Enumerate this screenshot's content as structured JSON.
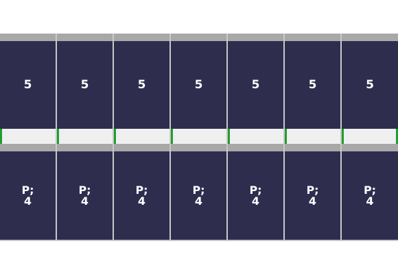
{
  "colors": {
    "tile": "#2e2d4e",
    "cap": "#a8a8a8",
    "separator": "#c9c9c9",
    "strip": "#efefef",
    "marker": "#1e9f2a",
    "text": "#ffffff"
  },
  "columns": [
    {
      "top_value": "5",
      "bottom_line1": "P;",
      "bottom_line2": "4"
    },
    {
      "top_value": "5",
      "bottom_line1": "P;",
      "bottom_line2": "4"
    },
    {
      "top_value": "5",
      "bottom_line1": "P;",
      "bottom_line2": "4"
    },
    {
      "top_value": "5",
      "bottom_line1": "P;",
      "bottom_line2": "4"
    },
    {
      "top_value": "5",
      "bottom_line1": "P;",
      "bottom_line2": "4"
    },
    {
      "top_value": "5",
      "bottom_line1": "P;",
      "bottom_line2": "4"
    },
    {
      "top_value": "5",
      "bottom_line1": "P;",
      "bottom_line2": "4"
    }
  ]
}
